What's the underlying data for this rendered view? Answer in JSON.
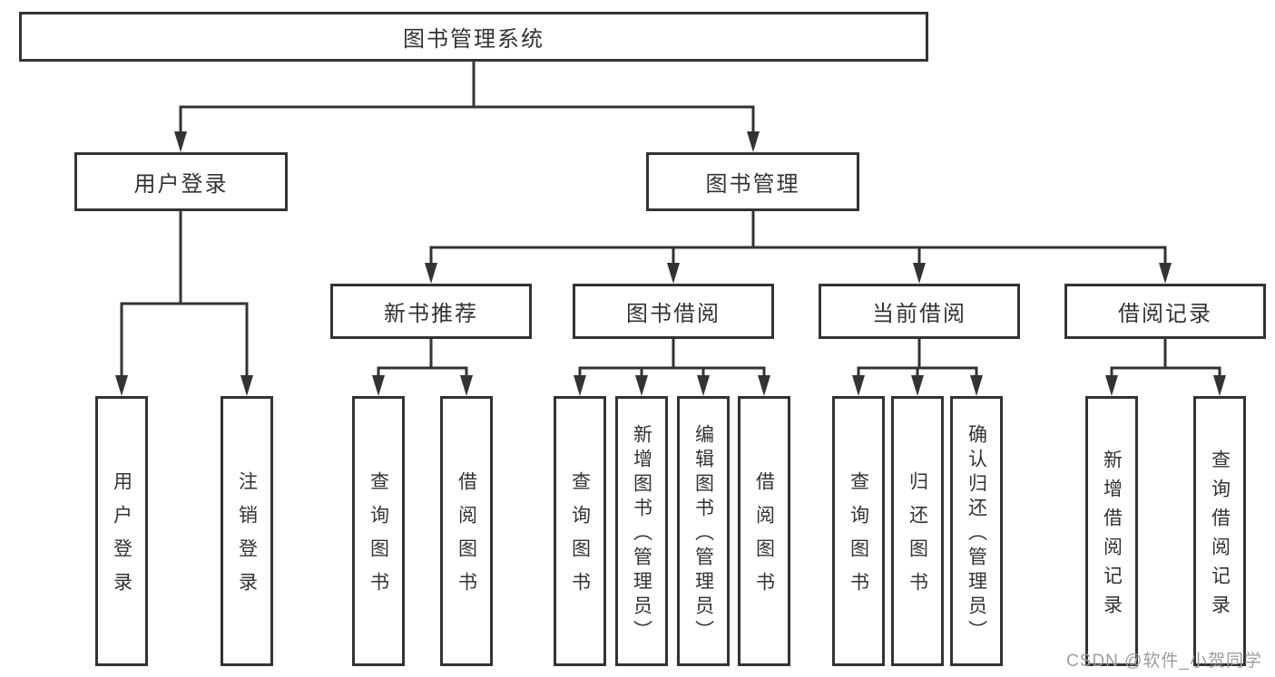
{
  "nodes": {
    "root": "图书管理系统",
    "user_login": {
      "label": "用户登录",
      "leaves": [
        "用户登录",
        "注销登录"
      ]
    },
    "book_mgmt": {
      "label": "图书管理",
      "groups": [
        {
          "label": "新书推荐",
          "leaves": [
            "查询图书",
            "借阅图书"
          ]
        },
        {
          "label": "图书借阅",
          "leaves": [
            "查询图书",
            "新增图书（管理员）",
            "编辑图书（管理员）",
            "借阅图书"
          ]
        },
        {
          "label": "当前借阅",
          "leaves": [
            "查询图书",
            "归还图书",
            "确认归还（管理员）"
          ]
        },
        {
          "label": "借阅记录",
          "leaves": [
            "新增借阅记录",
            "查询借阅记录"
          ]
        }
      ]
    }
  },
  "watermark": {
    "text": "CSDN @软件_小贺同学"
  },
  "colors": {
    "line": "#333333",
    "text": "#333333",
    "box_background": "#ffffff",
    "page_background": "#ffffff",
    "watermark": "#9c9c9c"
  }
}
